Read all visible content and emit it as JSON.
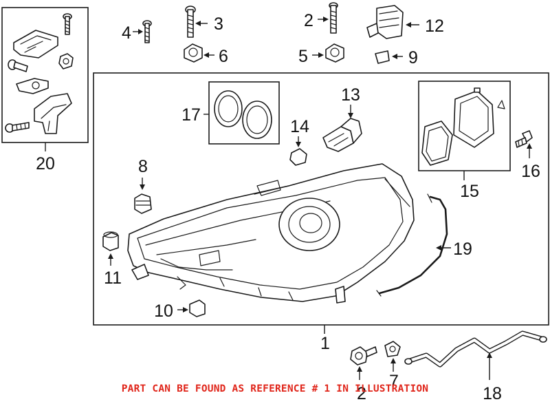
{
  "diagram": {
    "callouts": {
      "c1": "1",
      "c2a": "2",
      "c2b": "2",
      "c3": "3",
      "c4": "4",
      "c5": "5",
      "c6": "6",
      "c7": "7",
      "c8": "8",
      "c9": "9",
      "c10": "10",
      "c11": "11",
      "c12": "12",
      "c13": "13",
      "c14": "14",
      "c15": "15",
      "c16": "16",
      "c17": "17",
      "c18": "18",
      "c19": "19",
      "c20": "20"
    },
    "notice": "PART CAN BE FOUND AS REFERENCE # 1 IN ILLUSTRATION",
    "colors": {
      "line": "#1a1a1a",
      "notice": "#e0261b",
      "background": "#ffffff"
    }
  }
}
